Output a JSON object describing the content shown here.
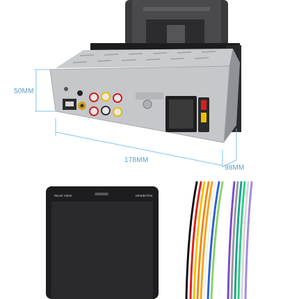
{
  "product": {
    "dimensions": {
      "height": "50MM",
      "width": "178MM",
      "depth": "98MM"
    },
    "screen_labels": {
      "left": "REAR VIEW",
      "right": "MP5/BT/FM"
    },
    "colors": {
      "dimension_line": "#7fc3e8",
      "chassis": "#b9bcbf",
      "screen": "#1d1d1f"
    },
    "wire_colors": [
      "#111111",
      "#e02222",
      "#f5c400",
      "#f08a1a",
      "#f5a623",
      "#ffffff",
      "#2a62d6",
      "#8fd16b",
      "#7a4bd1",
      "#9a9a9a",
      "#1aa58a",
      "#33cc88",
      "#d9d9d9",
      "#a58be0"
    ]
  }
}
